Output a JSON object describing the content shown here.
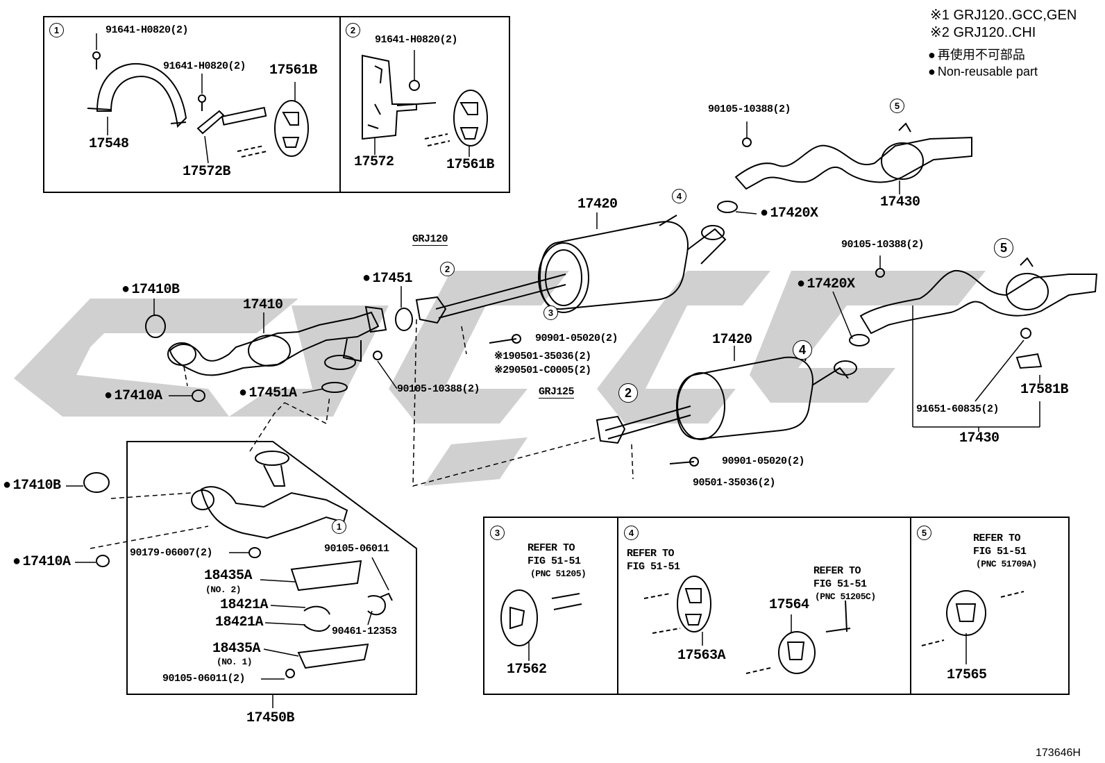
{
  "notes": {
    "n1": "※1  GRJ120..GCC,GEN",
    "n2": "※2  GRJ120..CHI",
    "n3": "再使用不可部品",
    "n4": "Non-reusable part"
  },
  "inset1": {
    "id": "1",
    "bolt_a": "91641-H0820(2)",
    "bolt_b": "91641-H0820(2)",
    "part_bracket": "17548",
    "part_hanger": "17572B",
    "part_insulator": "17561B"
  },
  "inset2": {
    "id": "2",
    "bolt": "91641-H0820(2)",
    "part_bracket": "17572",
    "part_insulator": "17561B"
  },
  "variants": {
    "grj120": "GRJ120",
    "grj125": "GRJ125"
  },
  "main": {
    "p17420_top": "17420",
    "p17420_bot": "17420",
    "p17420x_top": "17420X",
    "p17420x_bot": "17420X",
    "p17430_top": "17430",
    "p17430_bot": "17430",
    "p90105_a": "90105-10388(2)",
    "p90105_b": "90105-10388(2)",
    "p90105_c": "90105-10388(2)",
    "p17410b": "17410B",
    "p17410": "17410",
    "p17451": "17451",
    "p17410a": "17410A",
    "p17451a": "17451A",
    "p90901_a": "90901-05020(2)",
    "p90501_a": "※190501-35036(2)",
    "p90501_b": "※290501-C0005(2)",
    "p90901_b": "90901-05020(2)",
    "p90501_c": "90501-35036(2)",
    "p17581b": "17581B",
    "p91651": "91651-60835(2)",
    "p17410b_2": "17410B",
    "p17410a_2": "17410A"
  },
  "assembly": {
    "p90179": "90179-06007(2)",
    "p90105_06011": "90105-06011",
    "p18435a_2": "18435A",
    "p18435a_2_note": "(NO. 2)",
    "p18421a_1": "18421A",
    "p18421a_2": "18421A",
    "p90461": "90461-12353",
    "p18435a_1": "18435A",
    "p18435a_1_note": "(NO. 1)",
    "p90105_06011_2": "90105-06011(2)",
    "p17450b": "17450B"
  },
  "bottom": {
    "b3": {
      "id": "3",
      "refer": "REFER TO",
      "fig": "FIG 51-51",
      "pnc": "(PNC 51205)",
      "part": "17562"
    },
    "b4": {
      "id": "4",
      "refer1": "REFER TO",
      "fig1": "FIG 51-51",
      "part1": "17563A",
      "part2": "17564",
      "refer2": "REFER TO",
      "fig2": "FIG 51-51",
      "pnc2": "(PNC 51205C)"
    },
    "b5": {
      "id": "5",
      "refer": "REFER TO",
      "fig": "FIG 51-51",
      "pnc": "(PNC 51709A)",
      "part": "17565"
    }
  },
  "callouts": {
    "c1": "1",
    "c2": "2",
    "c3": "3",
    "c4": "4",
    "c5": "5"
  },
  "figure_id": "173646H"
}
